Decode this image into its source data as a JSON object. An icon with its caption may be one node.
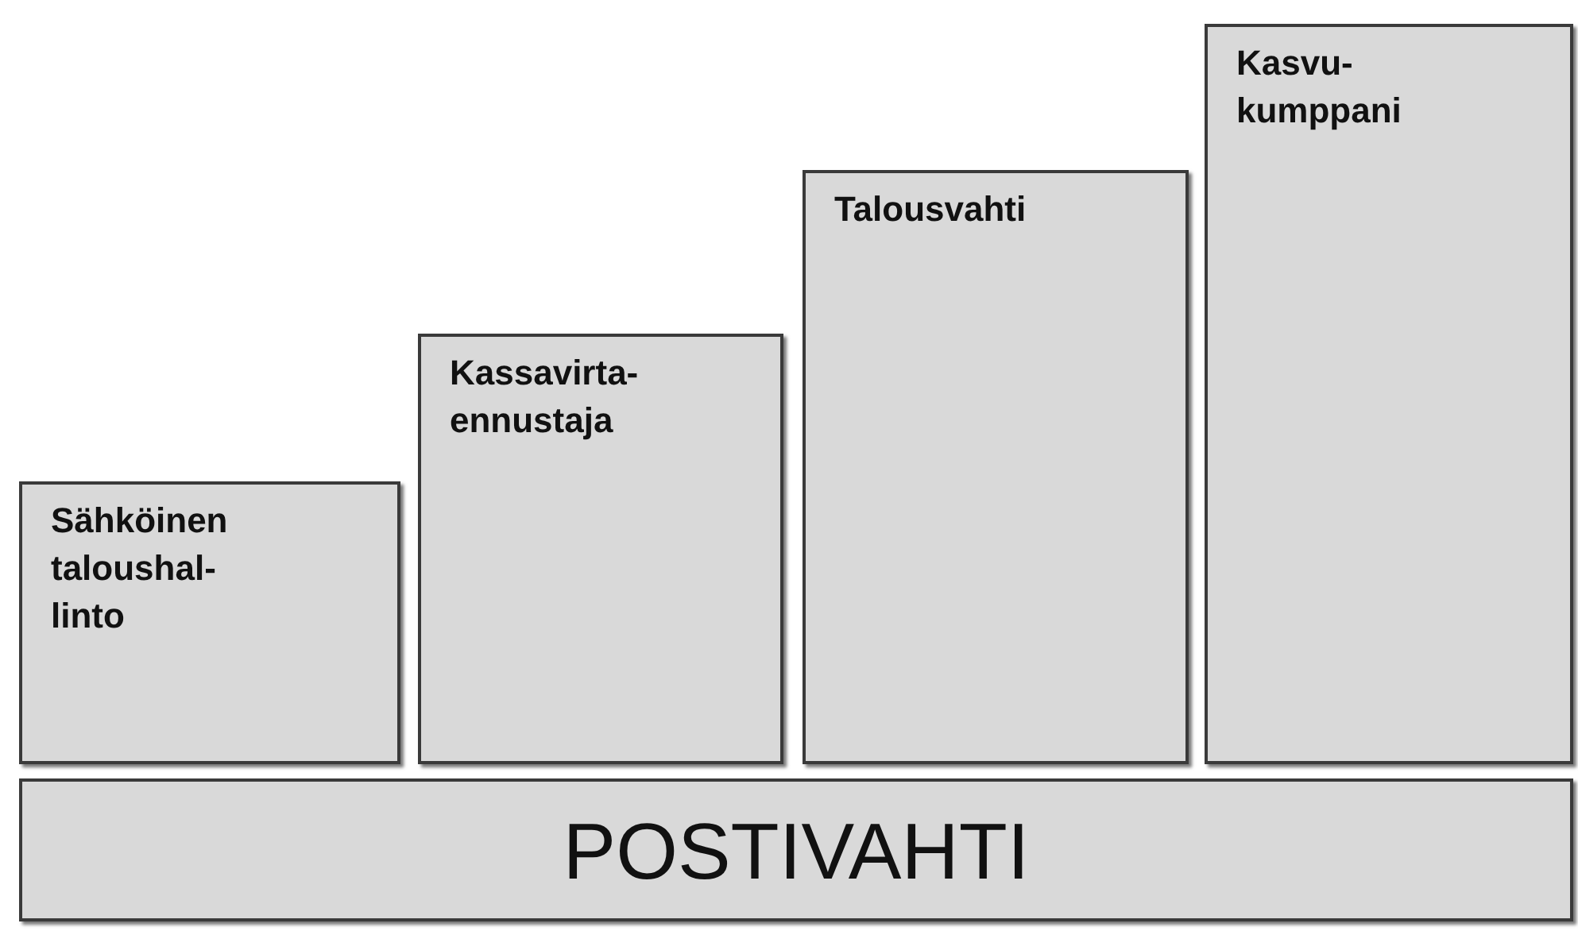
{
  "diagram": {
    "nodes": [
      {
        "text": [
          "Sähköinen taloushal- linto"
        ]
      },
      {
        "text": [
          "Kassavirta- ennustaja"
        ]
      },
      {
        "text": [
          "Talousvahti"
        ]
      },
      {
        "text": [
          "Kasvu- kumppani"
        ]
      },
      {
        "text": [
          "POSTIVAHTI"
        ]
      }
    ]
  }
}
